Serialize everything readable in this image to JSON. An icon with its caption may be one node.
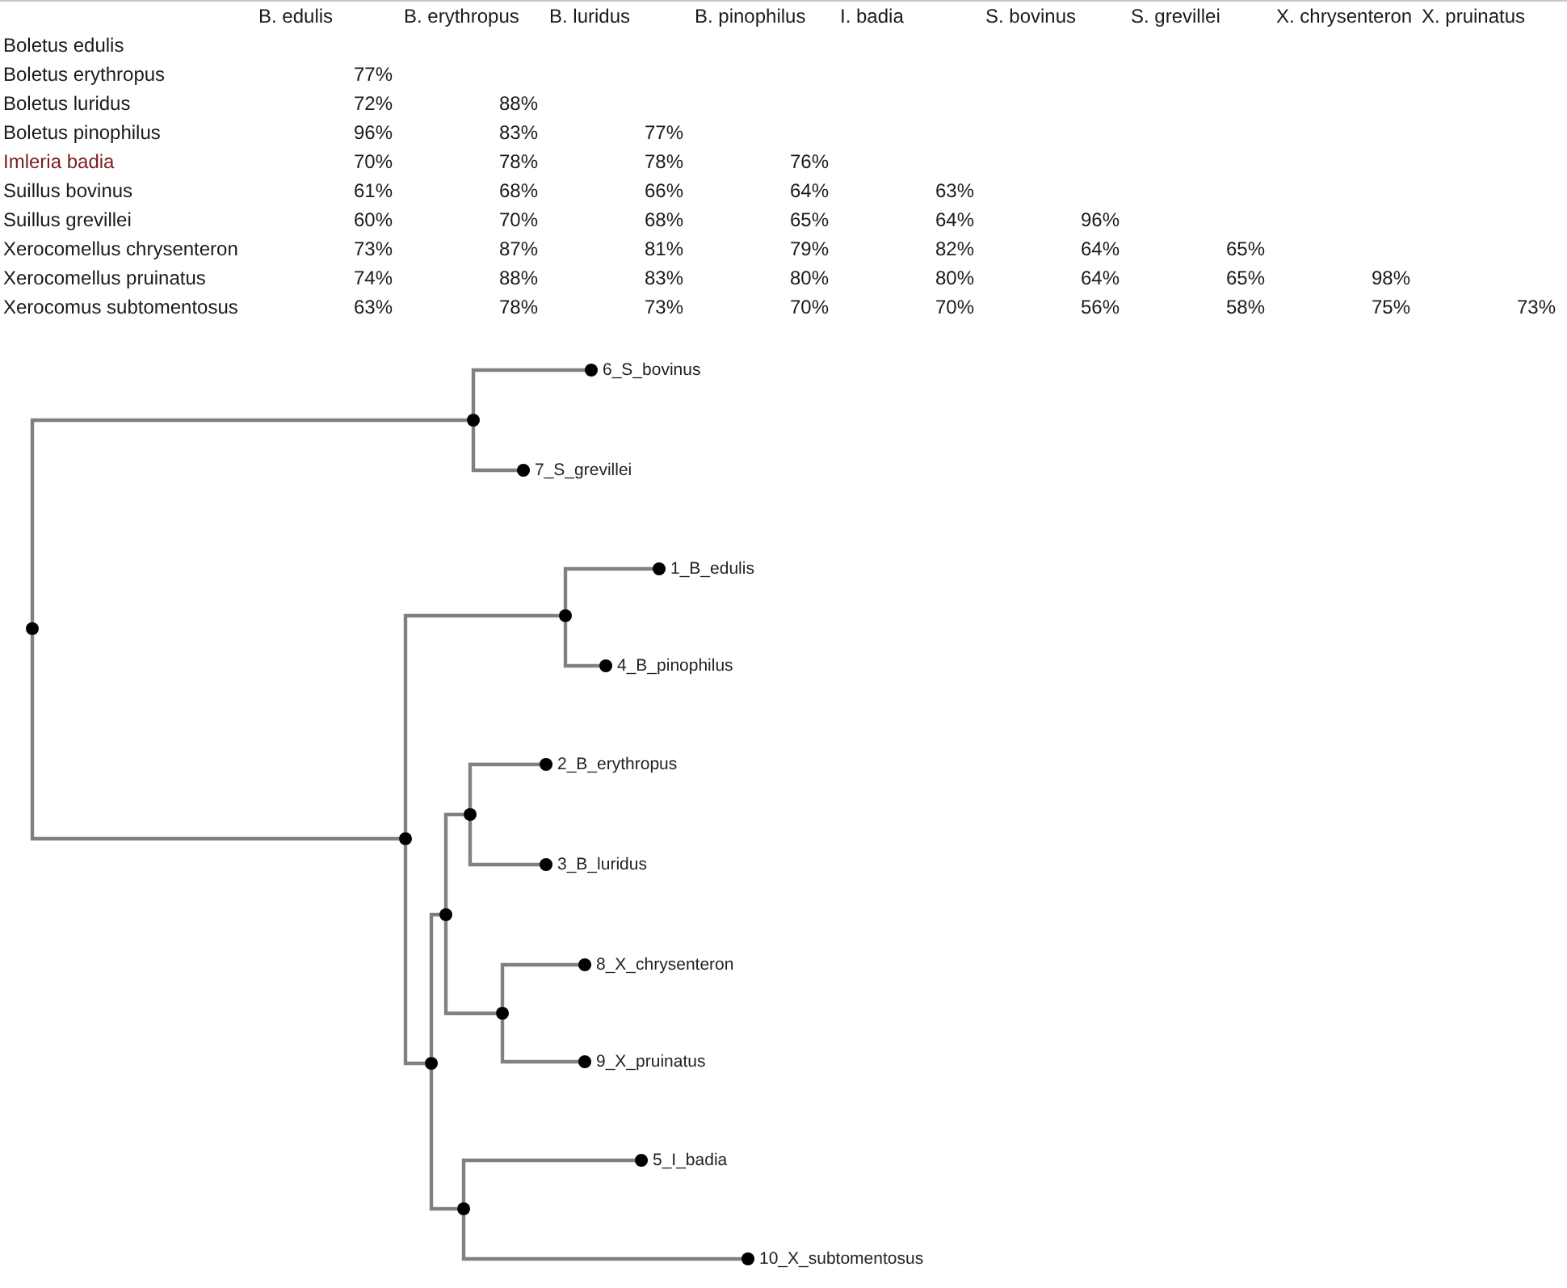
{
  "diagram": {
    "nodes": [
      {
        "text": [],
        "shape": "circle"
      },
      {
        "text": [],
        "shape": "circle"
      },
      {
        "text": [
          "6_S_bovinus"
        ]
      },
      {
        "text": [
          "7_S_grevillei"
        ]
      },
      {
        "text": [],
        "shape": "circle"
      },
      {
        "text": [],
        "shape": "circle"
      },
      {
        "text": [
          "1_B_edulis"
        ]
      },
      {
        "text": [
          "4_B_pinophilus"
        ]
      },
      {
        "text": [],
        "shape": "circle"
      },
      {
        "text": [],
        "shape": "circle"
      },
      {
        "text": [],
        "shape": "circle"
      },
      {
        "text": [
          "2_B_erythropus"
        ]
      },
      {
        "text": [
          "3_B_luridus"
        ]
      },
      {
        "text": [],
        "shape": "circle"
      },
      {
        "text": [
          "8_X_chrysenteron"
        ]
      },
      {
        "text": [
          "9_X_pruinatus"
        ]
      },
      {
        "text": [],
        "shape": "circle"
      },
      {
        "text": [
          "5_I_badia"
        ]
      },
      {
        "text": [
          "10_X_subtomentosus"
        ]
      }
    ],
    "edges": [
      {
        "from": 0,
        "to": 1,
        "arrow": "none"
      },
      {
        "from": 0,
        "to": 4,
        "arrow": "none"
      },
      {
        "from": 1,
        "to": 2,
        "arrow": "other"
      },
      {
        "from": 1,
        "to": 3,
        "arrow": "other"
      },
      {
        "from": 4,
        "to": 5,
        "arrow": "none"
      },
      {
        "from": 4,
        "to": 8,
        "arrow": "none"
      },
      {
        "from": 5,
        "to": 6,
        "arrow": "other"
      },
      {
        "from": 5,
        "to": 7,
        "arrow": "other"
      },
      {
        "from": 8,
        "to": 9,
        "arrow": "none"
      },
      {
        "from": 8,
        "to": 16,
        "arrow": "none"
      },
      {
        "from": 9,
        "to": 10,
        "arrow": "none"
      },
      {
        "from": 9,
        "to": 13,
        "arrow": "none"
      },
      {
        "from": 10,
        "to": 11,
        "arrow": "other"
      },
      {
        "from": 10,
        "to": 12,
        "arrow": "other"
      },
      {
        "from": 13,
        "to": 14,
        "arrow": "other"
      },
      {
        "from": 13,
        "to": 15,
        "arrow": "other"
      },
      {
        "from": 16,
        "to": 17,
        "arrow": "other"
      },
      {
        "from": 16,
        "to": 18,
        "arrow": "other"
      }
    ],
    "labels": [
      "B. edulis",
      "B. erythropus",
      "B. luridus",
      "B. pinophilus",
      "I. badia",
      "S. bovinus",
      "S. grevillei",
      "X. chrysenteron",
      "X. pruinatus",
      "Boletus edulis",
      "Boletus erythropus",
      "77%",
      "Boletus luridus",
      "72%",
      "88%",
      "Boletus pinophilus",
      "96%",
      "83%",
      "77%",
      "Imleria badia",
      "70%",
      "78%",
      "78%",
      "76%",
      "Suillus bovinus",
      "61%",
      "68%",
      "66%",
      "64%",
      "63%",
      "Suillus grevillei",
      "60%",
      "70%",
      "68%",
      "65%",
      "64%",
      "96%",
      "Xerocomellus chrysenteron",
      "73%",
      "87%",
      "81%",
      "79%",
      "82%",
      "64%",
      "65%",
      "Xerocomellus pruinatus",
      "74%",
      "88%",
      "83%",
      "80%",
      "80%",
      "64%",
      "65%",
      "98%",
      "Xerocomus subtomentosus",
      "63%",
      "78%",
      "73%",
      "70%",
      "70%",
      "56%",
      "58%",
      "75%",
      "73%"
    ]
  }
}
